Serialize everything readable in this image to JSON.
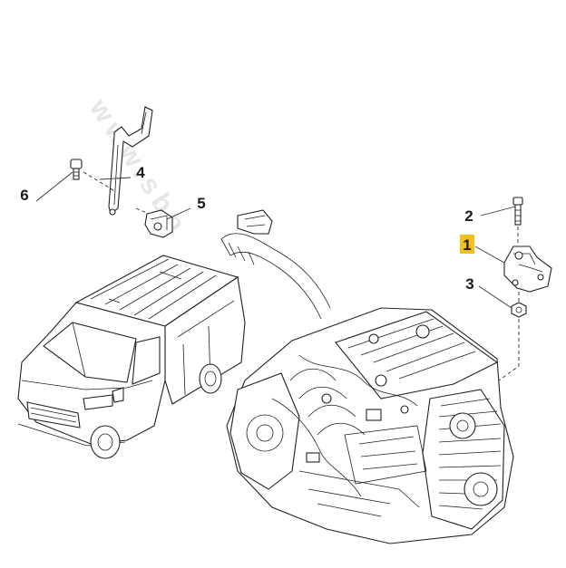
{
  "callouts": [
    {
      "id": "callout-1",
      "label": "1",
      "highlighted": true
    },
    {
      "id": "callout-2",
      "label": "2",
      "highlighted": false
    },
    {
      "id": "callout-3",
      "label": "3",
      "highlighted": false
    },
    {
      "id": "callout-4",
      "label": "4",
      "highlighted": false
    },
    {
      "id": "callout-5",
      "label": "5",
      "highlighted": false
    },
    {
      "id": "callout-6",
      "label": "6",
      "highlighted": false
    }
  ],
  "watermark": "www.sbp",
  "colors": {
    "highlight": "#f3c21a",
    "line": "#222222",
    "watermark": "#e6e6e6"
  }
}
